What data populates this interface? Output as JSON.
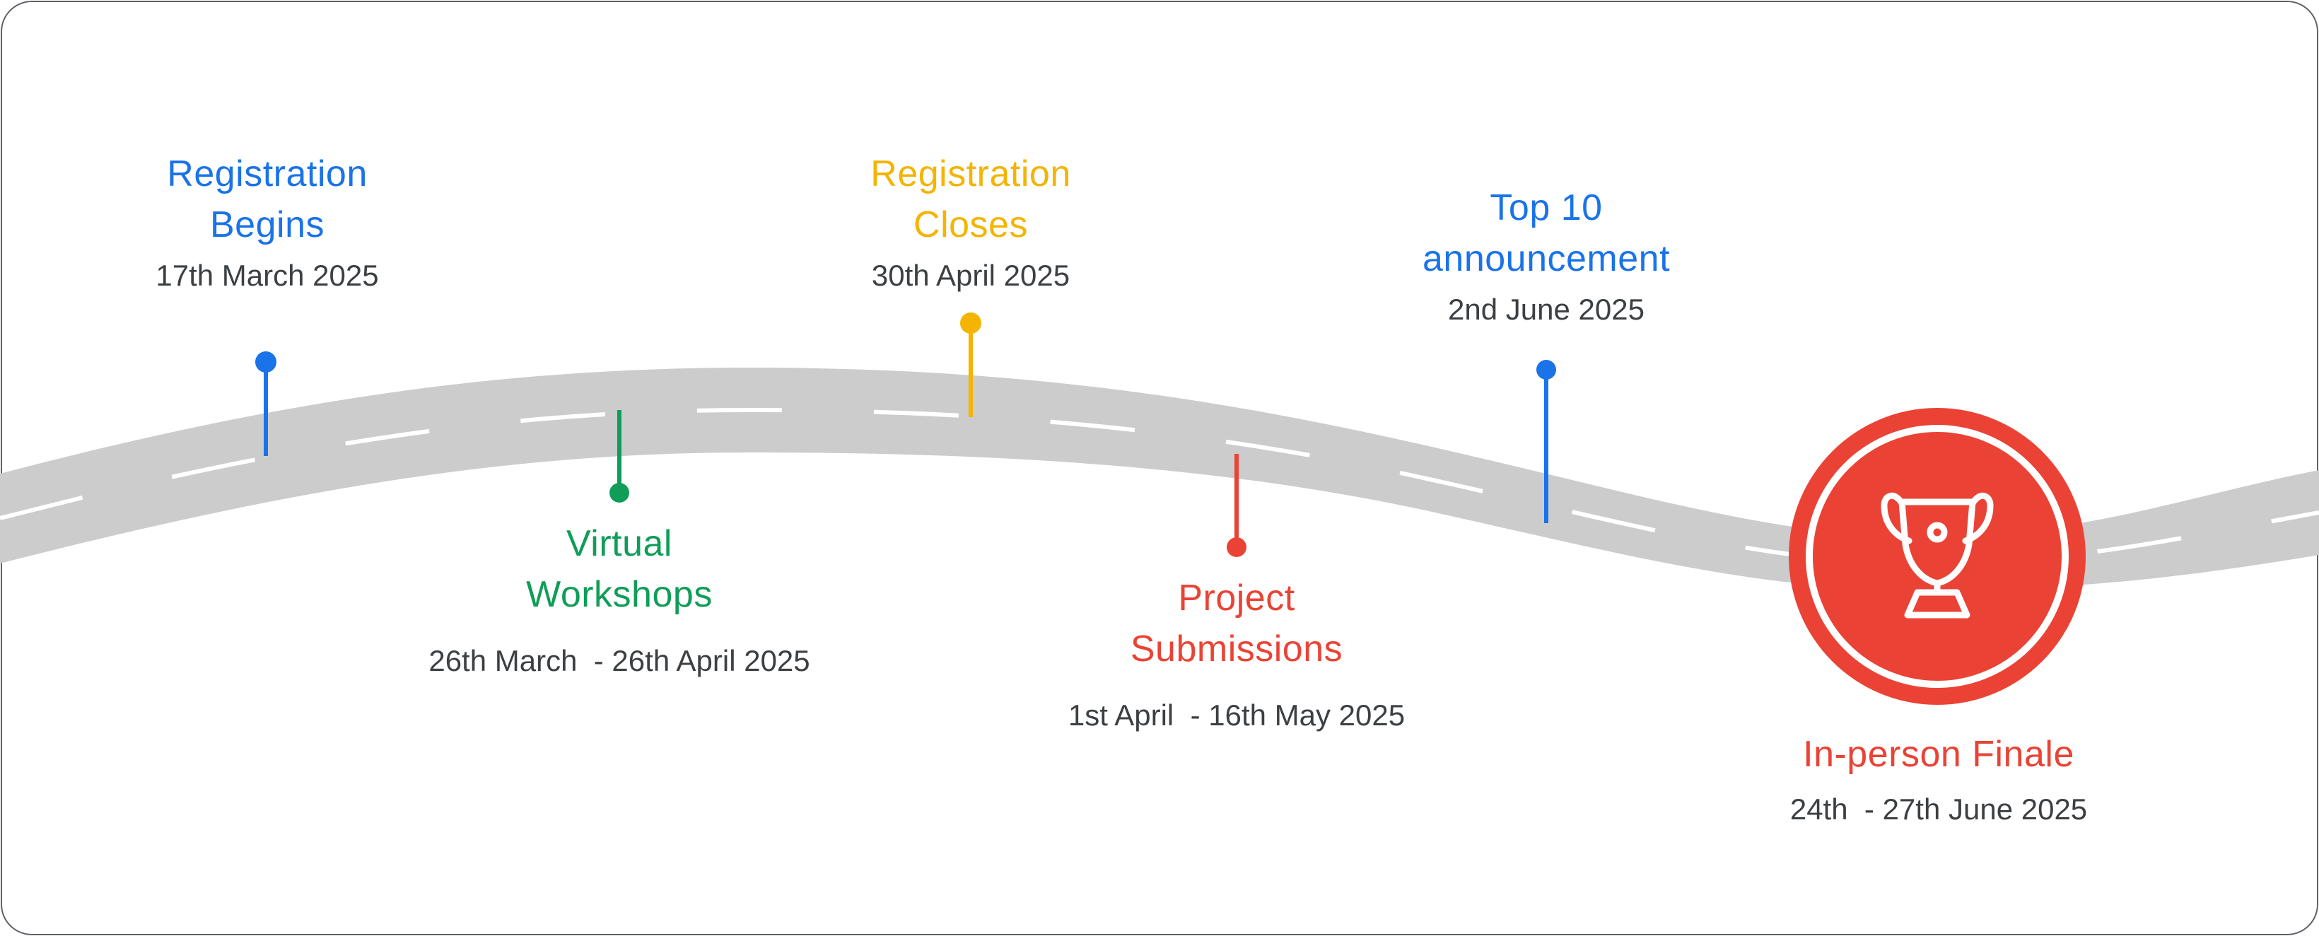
{
  "milestones": [
    {
      "title_line1": "Registration",
      "title_line2": "Begins",
      "date": "17th March 2025",
      "color": "#1a73e8"
    },
    {
      "title_line1": "Virtual",
      "title_line2": "Workshops",
      "date": "26th March  - 26th April 2025",
      "color": "#0f9d58"
    },
    {
      "title_line1": "Registration",
      "title_line2": "Closes",
      "date": "30th April 2025",
      "color": "#f4b400"
    },
    {
      "title_line1": "Project",
      "title_line2": "Submissions",
      "date": "1st April  - 16th May 2025",
      "color": "#ea4335"
    },
    {
      "title_line1": "Top 10",
      "title_line2": "announcement",
      "date": "2nd June 2025",
      "color": "#1a73e8"
    },
    {
      "title_line1": "In-person Finale",
      "date": "24th  - 27th June 2025",
      "color": "#ea4335"
    }
  ],
  "finale_icon": "trophy-icon",
  "road_color": "#cccccc",
  "lane_marking_color": "#ffffff"
}
